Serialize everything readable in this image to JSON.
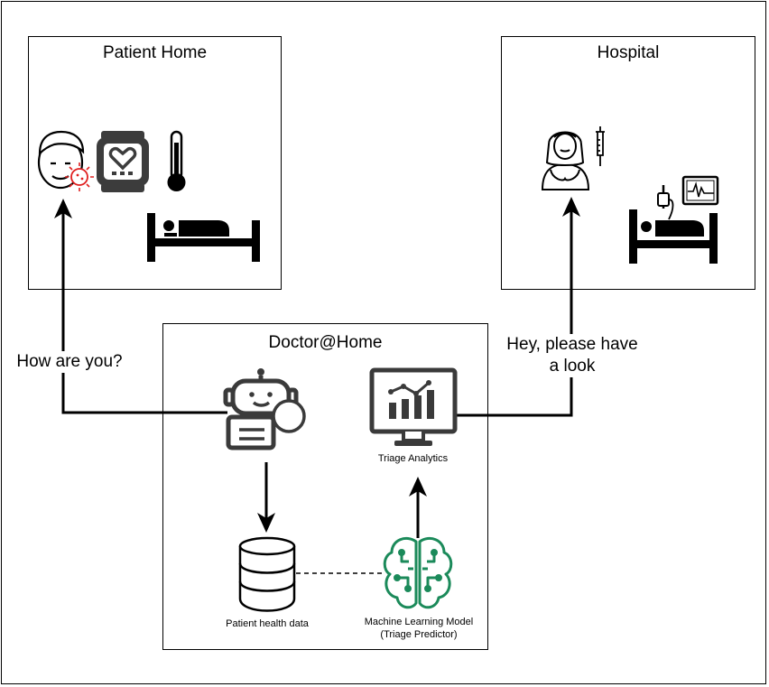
{
  "boxes": {
    "patient_home": "Patient Home",
    "hospital": "Hospital",
    "doctor_home": "Doctor@Home"
  },
  "edges": {
    "how_are_you": "How are you?",
    "please_look": "Hey, please have a look"
  },
  "nodes": {
    "triage_analytics": "Triage Analytics",
    "patient_health_data": "Patient health data",
    "ml_model": "Machine Learning Model (Triage Predictor)"
  },
  "colors": {
    "ink": "#000000",
    "ml_accent": "#1b8a5a",
    "virus_red": "#e02020"
  },
  "icons": {
    "patient": "sick-person-icon",
    "watch": "heart-watch-icon",
    "thermometer": "thermometer-icon",
    "bed": "bed-icon",
    "nurse": "nurse-icon",
    "syringe": "syringe-icon",
    "hospital_bed": "hospital-bed-icon",
    "monitor": "heart-monitor-icon",
    "bot": "chatbot-icon",
    "analytics": "analytics-monitor-icon",
    "database": "database-icon",
    "ml": "ml-brain-icon"
  }
}
